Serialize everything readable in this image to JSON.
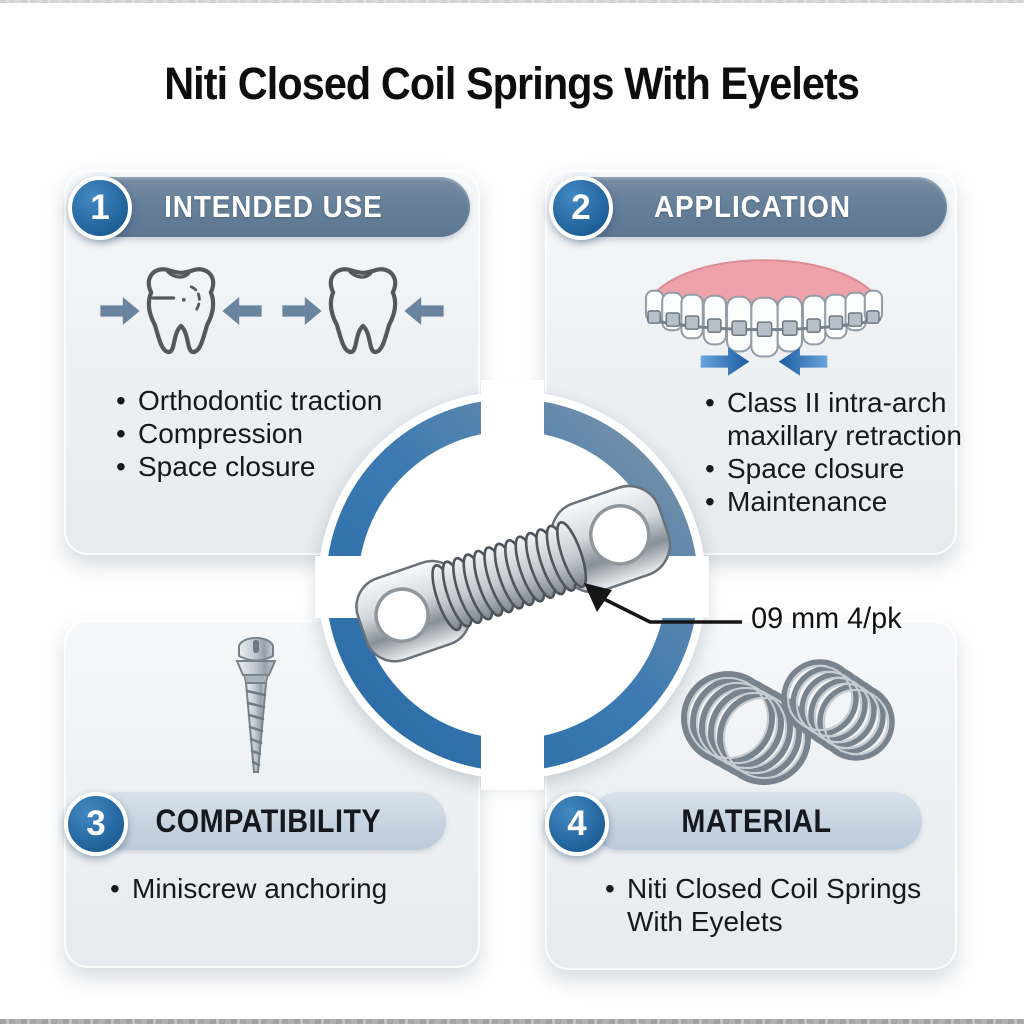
{
  "title": "Niti Closed Coil Springs With Eyelets",
  "panels": [
    {
      "number": "1",
      "header": "INTENDED USE",
      "bullets": [
        "Orthodontic traction",
        "Compression",
        "Space closure"
      ]
    },
    {
      "number": "2",
      "header": "APPLICATION",
      "bullets": [
        "Class II intra-arch maxillary retraction",
        "Space closure",
        "Maintenance"
      ]
    },
    {
      "number": "3",
      "header": "COMPATIBILITY",
      "bullets": [
        "Miniscrew anchoring"
      ]
    },
    {
      "number": "4",
      "header": "MATERIAL",
      "bullets": [
        "Niti Closed Coil Springs With Eyelets"
      ]
    }
  ],
  "center": {
    "spec_label": "09 mm 4/pk"
  },
  "icons": {
    "panel1": "tooth-compression-icons",
    "panel2": "upper-arch-braces-icon",
    "panel3": "miniscrew-icon",
    "panel4": "coil-springs-icon",
    "center": "closed-coil-spring-with-eyelets-photo"
  },
  "colors": {
    "accent_blue": "#2e6fa9",
    "ring_slate": "#7f94a8",
    "slate_bar": "#66809a",
    "light_bar": "#c5d2e0",
    "badge_blue": "#2470ad",
    "panel_bg": "#eef1f4",
    "gum_pink": "#f0a2aa",
    "arrow_slate": "#68849f",
    "arrow_blue": "#2e76b6",
    "text": "#16181b"
  }
}
